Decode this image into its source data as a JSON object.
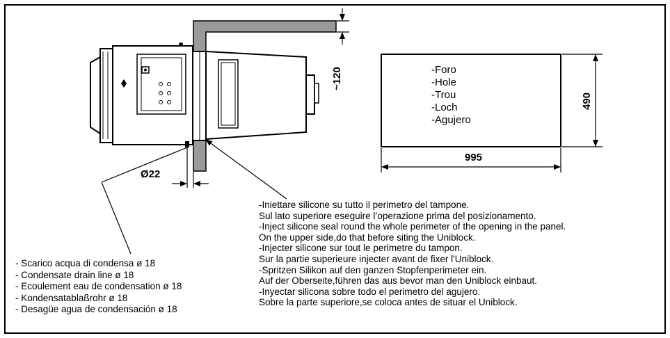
{
  "dimensions": {
    "wall_offset": "~120",
    "drain_diameter": "Ø22",
    "opening_width": "995",
    "opening_height": "490"
  },
  "opening_labels": [
    "-Foro",
    "-Hole",
    "-Trou",
    "-Loch",
    "-Agujero"
  ],
  "drain_legend": [
    "- Scarico acqua di condensa ø 18",
    "- Condensate drain line ø 18",
    "- Ecoulement eau de condensation ø 18",
    "- Kondensatablaßrohr ø 18",
    "- Desagüe agua de condensación ø 18"
  ],
  "installation_notes": [
    "-Iniettare silicone su tutto il perimetro del tampone.",
    "Sul lato superiore eseguire l’operazione prima del posizionamento.",
    "-Inject silicone seal round the whole perimeter of the opening in the panel.",
    "On the upper side,do that before siting the Uniblock.",
    "-Injecter silicone sur tout le perimetre du tampon.",
    "Sur la partie superieure injecter avant de fixer l'Uniblock.",
    "-Spritzen Silikon auf den ganzen Stopfenperimeter ein.",
    "Auf der Oberseite,führen das aus bevor man den Uniblock einbaut.",
    "-Inyectar silicona sobre todo el perimetro del agujero.",
    "Sobre la parte superiore,se coloca antes de situar el Uniblock."
  ]
}
